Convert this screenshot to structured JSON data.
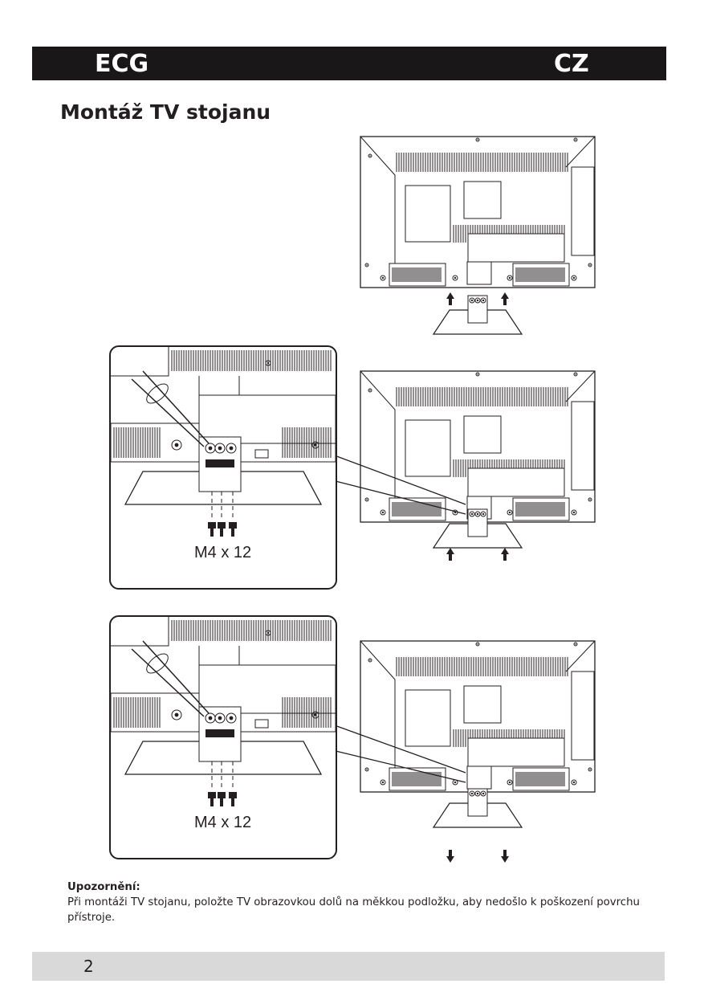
{
  "header": {
    "brand": "ECG",
    "language": "CZ"
  },
  "title": "Montáž TV stojanu",
  "steps": [
    {
      "screw_label": "M4 x 12"
    },
    {
      "screw_label": "M4 x 12"
    }
  ],
  "note": {
    "title": "Upozornění:",
    "text": "Při montáži TV stojanu, položte TV obrazovkou dolů na měkkou podložku, aby nedošlo k poškození povrchu přístroje."
  },
  "footer": {
    "page_number": "2"
  }
}
